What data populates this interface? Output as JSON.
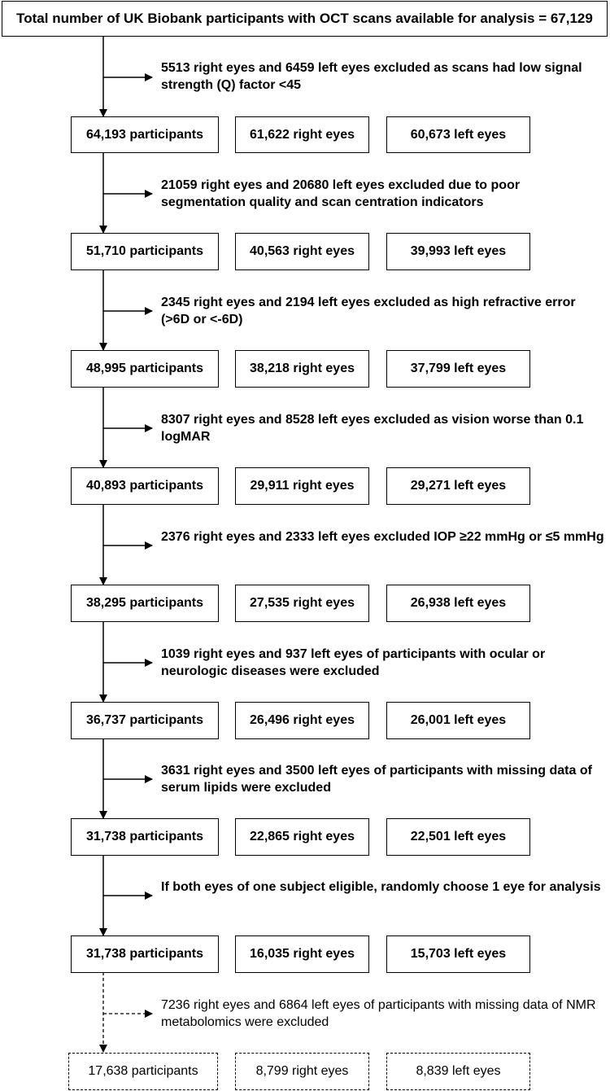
{
  "header": {
    "total_text": "Total number of UK Biobank participants with OCT scans available for analysis = 67,129"
  },
  "stages": [
    {
      "exclusion": "5513 right eyes and 6459 left eyes excluded as scans had low signal strength (Q) factor <45",
      "participants": "64,193 participants",
      "right_eyes": "61,622 right eyes",
      "left_eyes": "60,673 left eyes"
    },
    {
      "exclusion": "21059 right eyes and 20680 left eyes excluded due to poor segmentation quality and scan centration indicators",
      "participants": "51,710 participants",
      "right_eyes": "40,563 right eyes",
      "left_eyes": "39,993 left eyes"
    },
    {
      "exclusion": "2345 right eyes and 2194 left eyes excluded as high refractive error (>6D or <-6D)",
      "participants": "48,995 participants",
      "right_eyes": "38,218 right eyes",
      "left_eyes": "37,799 left eyes"
    },
    {
      "exclusion": "8307 right eyes and 8528 left eyes excluded as vision worse than 0.1 logMAR",
      "participants": "40,893 participants",
      "right_eyes": "29,911 right eyes",
      "left_eyes": "29,271 left eyes"
    },
    {
      "exclusion": "2376 right eyes and 2333 left eyes excluded IOP ≥22 mmHg or ≤5 mmHg",
      "participants": "38,295 participants",
      "right_eyes": "27,535 right eyes",
      "left_eyes": "26,938 left eyes"
    },
    {
      "exclusion": "1039 right eyes and 937 left eyes of participants with ocular or neurologic diseases were excluded",
      "participants": "36,737 participants",
      "right_eyes": "26,496 right eyes",
      "left_eyes": "26,001 left eyes"
    },
    {
      "exclusion": "3631 right eyes and 3500 left eyes of participants with missing data of serum lipids were excluded",
      "participants": "31,738 participants",
      "right_eyes": "22,865 right eyes",
      "left_eyes": "22,501 left eyes"
    },
    {
      "exclusion": "If both eyes of one subject eligible, randomly choose 1 eye for analysis",
      "participants": "31,738 participants",
      "right_eyes": "16,035 right eyes",
      "left_eyes": "15,703 left eyes"
    },
    {
      "exclusion": "7236 right eyes and 6864 left eyes of participants with missing data of NMR metabolomics were excluded",
      "participants": "17,638 participants",
      "right_eyes": "8,799 right eyes",
      "left_eyes": "8,839 left eyes",
      "dashed": true
    }
  ]
}
